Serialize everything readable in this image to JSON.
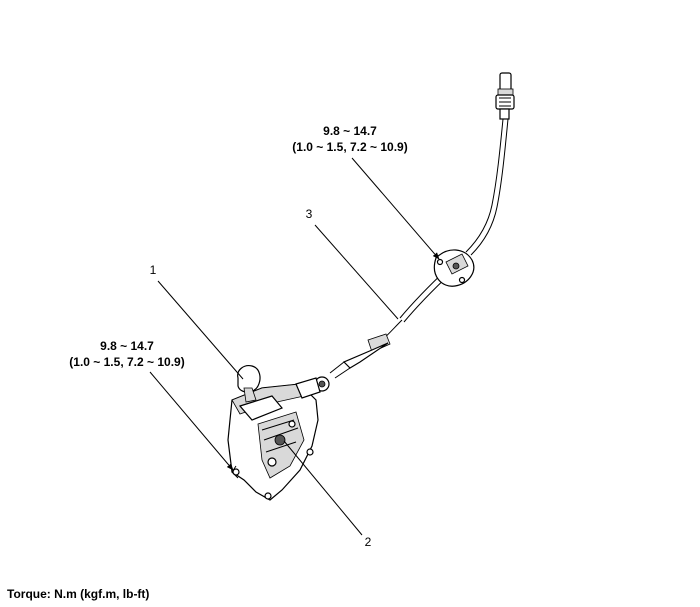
{
  "callouts": {
    "upper_torque": {
      "line1": "9.8 ~ 14.7",
      "line2": "(1.0 ~ 1.5, 7.2 ~ 10.9)"
    },
    "lower_torque": {
      "line1": "9.8 ~ 14.7",
      "line2": "(1.0 ~ 1.5, 7.2 ~ 10.9)"
    },
    "part_1": "1",
    "part_2": "2",
    "part_3": "3"
  },
  "footer": "Torque: N.m (kgf.m, lb-ft)"
}
